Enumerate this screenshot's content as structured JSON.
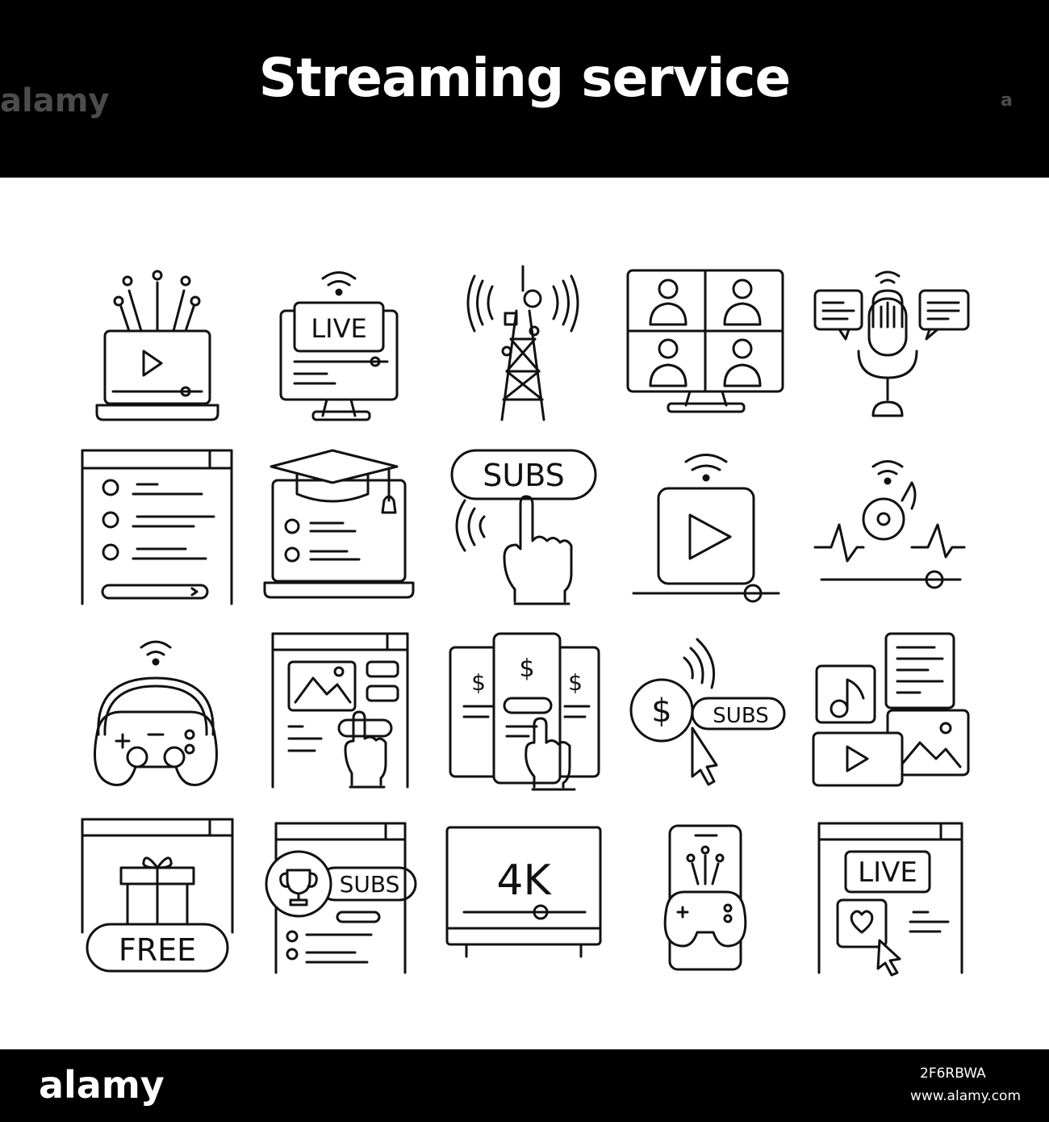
{
  "title": "Streaming service",
  "watermark": {
    "brand": "alamy",
    "short": "a"
  },
  "icons": {
    "row1": [
      "laptop-video",
      "live-monitor",
      "broadcast-tower",
      "video-conference",
      "podcast-microphone"
    ],
    "row2": [
      "checklist-window",
      "online-education-laptop",
      "subs-button-tap",
      "wireless-video-player",
      "audio-stream"
    ],
    "row3": [
      "wireless-gamepad-headset",
      "web-page-tap",
      "pricing-plans-tap",
      "paid-subscription",
      "media-collection"
    ],
    "row4": [
      "free-gift-page",
      "subs-trophy-page",
      "4k-tv",
      "mobile-gaming",
      "live-page-like"
    ],
    "labels": {
      "live": "LIVE",
      "subs": "SUBS",
      "dollar": "$",
      "free": "FREE",
      "k4": "4K"
    }
  },
  "footer": {
    "logo": "alamy",
    "image_id": "2F6RBWA",
    "url": "www.alamy.com"
  },
  "colors": {
    "header_bg": "#000000",
    "line": "#111111",
    "background": "#ffffff"
  }
}
